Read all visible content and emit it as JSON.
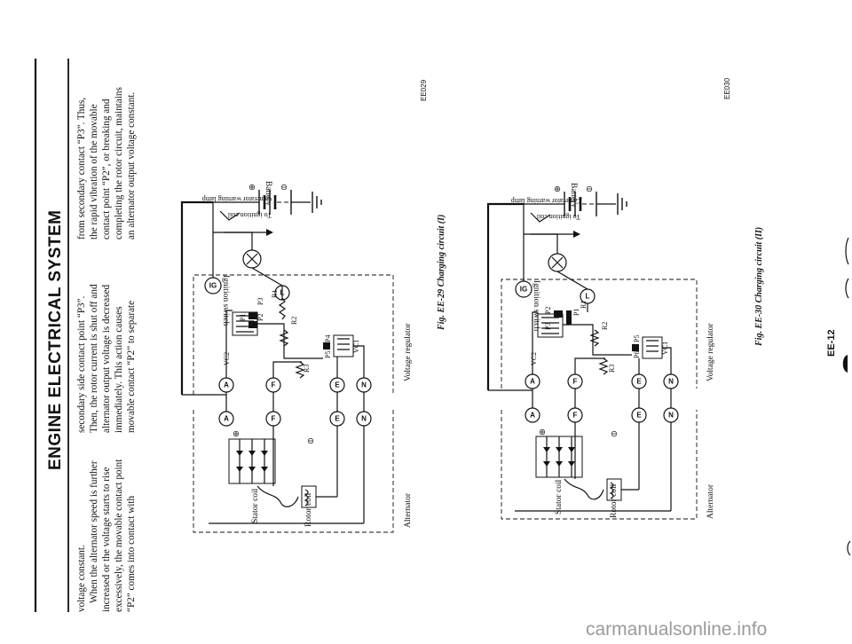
{
  "document": {
    "heading": "ENGINE ELECTRICAL SYSTEM",
    "column1": [
      "voltage constant.",
      "When the alternator speed is further",
      "increased or the voltage starts to rise",
      "excessively, the movable contact point",
      "“P2” comes into contact with"
    ],
    "column2": [
      "secondary side contact point “P3”.",
      "Then, the rotor current is shut off and",
      "alternator output voltage is decreased",
      "immediately. This action causes",
      "movable contact “P2” to separate"
    ],
    "column3": [
      "from secondary contact “P3”. Thus,",
      "the rapid vibration of the movable",
      "contact point “P2”, or breaking and",
      "completing the rotor circuit, maintains",
      "an alternator output voltage constant."
    ],
    "page_number": "EE-12",
    "footer_watermark": "carmanualsonline.info"
  },
  "figures": [
    {
      "caption": "Fig. EE-29 Charging circuit (I)",
      "code": "EE029",
      "labels": {
        "alternator": "Alternator",
        "voltage_regulator": "Voltage regulator",
        "stator_coil": "Stator coil",
        "rotor_coil": "Rotor coil",
        "ignition_switch": "Ignition switch",
        "battery": "Battery",
        "warning_lamp": "Generator warning lamp",
        "to_ignition_coil": "To ignition coil"
      },
      "terminals": [
        "A",
        "F",
        "E",
        "N",
        "IG",
        "L"
      ],
      "regulator_parts": [
        "P1",
        "P2",
        "P3",
        "P4",
        "P5",
        "R1",
        "R2",
        "R3",
        "VC1",
        "VC2"
      ]
    },
    {
      "caption": "Fig. EE-30 Charging circuit (II)",
      "code": "EE030",
      "labels": {
        "alternator": "Alternator",
        "voltage_regulator": "Voltage regulator",
        "stator_coil": "Stator coil",
        "rotor_coil": "Rotor coil",
        "ignition_switch": "Ignition switch",
        "battery": "Battery",
        "warning_lamp": "Generator warning lamp",
        "to_ignition_coil": "To ignition coil"
      },
      "terminals": [
        "A",
        "F",
        "E",
        "N",
        "IG",
        "L"
      ],
      "regulator_parts": [
        "P1",
        "P2",
        "P3",
        "P5",
        "P6",
        "R1",
        "R2",
        "R3",
        "VC1",
        "VC2"
      ]
    }
  ]
}
